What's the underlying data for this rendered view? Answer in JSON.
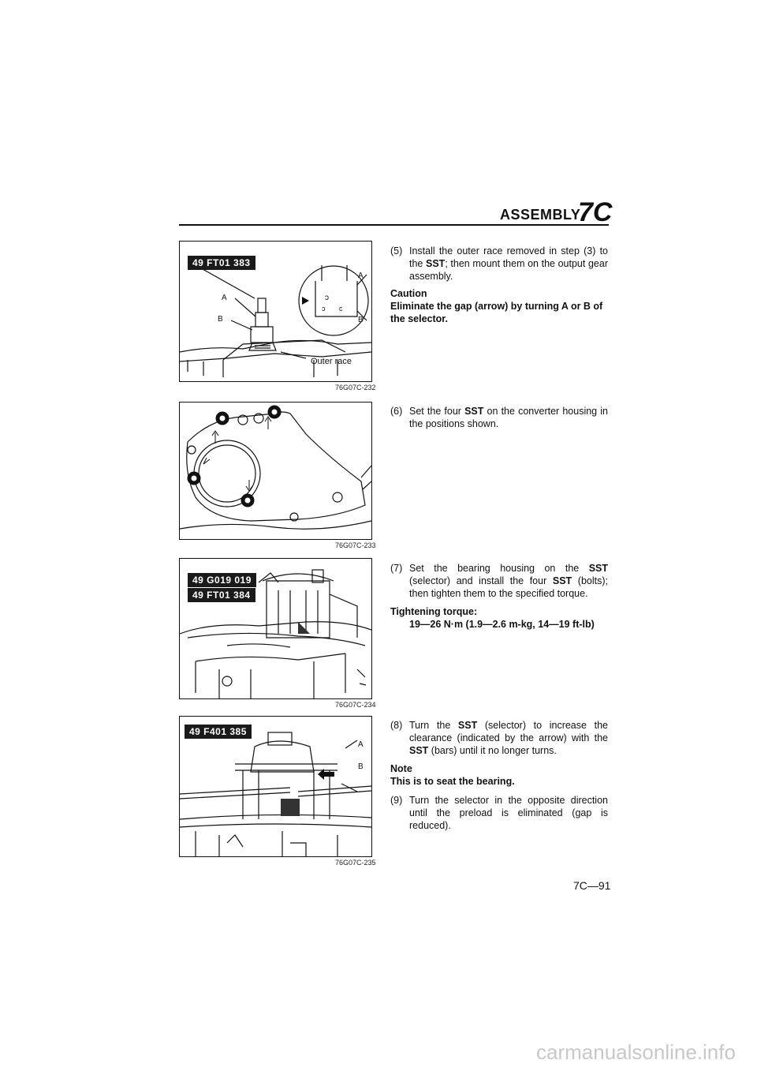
{
  "header": {
    "word": "ASSEMBLY",
    "code": "7C"
  },
  "figures": [
    {
      "code": "76G07C-232",
      "tags": [
        "49 FT01 383"
      ],
      "labels": {
        "a": "A",
        "b": "B",
        "outer": "Outer race"
      }
    },
    {
      "code": "76G07C-233"
    },
    {
      "code": "76G07C-234",
      "tags": [
        "49 G019 019",
        "49 FT01 384"
      ]
    },
    {
      "code": "76G07C-235",
      "tags": [
        "49 F401 385"
      ],
      "labels": {
        "a": "A",
        "b": "B"
      }
    }
  ],
  "steps": {
    "s5": {
      "num": "(5)",
      "t1": "Install the outer race removed in step (3) to the ",
      "sst": "SST",
      "t2": "; then mount them on the output gear assembly."
    },
    "caution": {
      "title": "Caution",
      "text": "Eliminate the gap (arrow) by turning A or B of the selector."
    },
    "s6": {
      "num": "(6)",
      "t1": "Set the four ",
      "sst": "SST",
      "t2": " on the converter housing in the positions shown."
    },
    "s7": {
      "num": "(7)",
      "t1": "Set the bearing housing on the ",
      "sst1": "SST",
      "t2": " (selector) and install the four ",
      "sst2": "SST",
      "t3": " (bolts); then tighten them to the specified torque."
    },
    "torque": {
      "title": "Tightening torque:",
      "value": "19—26 N·m (1.9—2.6 m-kg, 14—19 ft-lb)"
    },
    "s8": {
      "num": "(8)",
      "t1": "Turn the ",
      "sst1": "SST",
      "t2": " (selector) to increase the clearance (indicated by the arrow) with the ",
      "sst2": "SST",
      "t3": " (bars) until it no longer turns."
    },
    "note": {
      "title": "Note",
      "text": "This is to seat the bearing."
    },
    "s9": {
      "num": "(9)",
      "t1": "Turn the selector in the opposite direction until the preload is eliminated (gap is reduced)."
    }
  },
  "footer": {
    "page": "7C—91",
    "watermark": "carmanualsonline.info"
  }
}
